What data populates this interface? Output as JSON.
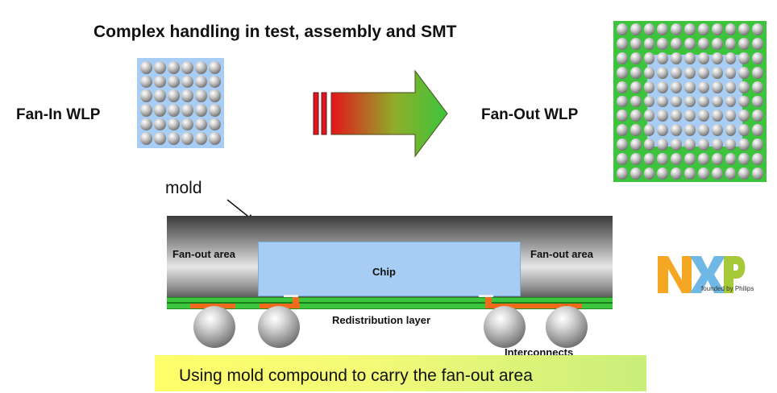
{
  "title": "Complex handling in test, assembly and SMT",
  "fan_in": {
    "label": "Fan-In WLP",
    "ball_rows": 6,
    "ball_cols": 6
  },
  "fan_out": {
    "label": "Fan-Out WLP",
    "ball_rows": 11,
    "ball_cols": 11
  },
  "cross_section": {
    "mold_label": "mold",
    "chip_label": "Chip",
    "fanout_area_left": "Fan-out area",
    "fanout_area_right": "Fan-out area",
    "rdl_label": "Redistribution layer",
    "interconnects_label": "Interconnects"
  },
  "banner": "Using mold compound to carry the fan-out area",
  "logo": {
    "tagline": "founded by Philips"
  },
  "colors": {
    "die_blue": "#a8cdf4",
    "substrate_green": "#3cc43c",
    "arrow_start": "#e3151c",
    "arrow_end": "#3cc43c",
    "pad_orange": "#f26a1b",
    "logo_orange": "#f5a623",
    "logo_blue": "#6fb8e6",
    "logo_green": "#a6c93a"
  }
}
